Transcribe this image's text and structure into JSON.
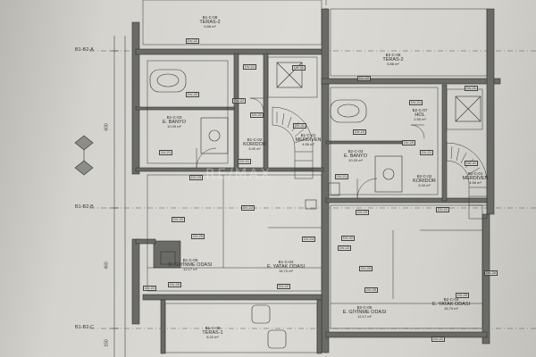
{
  "rooms": [
    {
      "code": "B1-C-08",
      "name": "TERAS-2",
      "area": "5.88 m²"
    },
    {
      "code": "B1-C-03",
      "name": "E. BANYO",
      "area": "10.39 m²"
    },
    {
      "code": "B1-C-02",
      "name": "KORIDOR",
      "area": "3.40 m²"
    },
    {
      "code": "B1-C-01",
      "name": "MERDİVEN",
      "area": "4.56 m²"
    },
    {
      "code": "B1-C-05",
      "name": "E. GİYİNME ODASI",
      "area": "12.17 m²"
    },
    {
      "code": "B1-C-04",
      "name": "E. YATAK ODASI",
      "area": "16.70 m²"
    },
    {
      "code": "B1-C-09",
      "name": "TERAS-1",
      "area": "8.20 m²"
    },
    {
      "code": "B2-C-08",
      "name": "TERAS-2",
      "area": "5.88 m²"
    },
    {
      "code": "B2-C-07",
      "name": "HOL",
      "area": "2.90 m²"
    },
    {
      "code": "B2-C-03",
      "name": "E. BANYO",
      "area": "10.39 m²"
    },
    {
      "code": "B2-C-02",
      "name": "KORIDOR",
      "area": "3.40 m²"
    },
    {
      "code": "B2-C-01",
      "name": "MERDİVEN",
      "area": "4.56 m²"
    },
    {
      "code": "B2-C-05",
      "name": "E. GİYİNME ODASI",
      "area": "12.17 m²"
    },
    {
      "code": "B2-C-04",
      "name": "E. YATAK ODASI",
      "area": "16.70 m²"
    }
  ],
  "tags": [
    "DV-22",
    "DV-21",
    "DV-23",
    "DV-01",
    "DV-20",
    "DV-41",
    "DV-22",
    "DV-21",
    "DV-23",
    "DV-21",
    "DV-22",
    "DV-25",
    "DV-24",
    "DV-22",
    "DV-25",
    "DV-22",
    "DV-22",
    "DV-21",
    "DV-23",
    "DV-01",
    "DV-21",
    "DV-20",
    "DV-41",
    "DV-22",
    "DV-21",
    "DV-23",
    "DV-22",
    "DV-41",
    "DV-25",
    "DV-25",
    "DV-26",
    "DV-22",
    "DV-25",
    "DV-22"
  ],
  "grid_labels": [
    "B1-B2-A",
    "B1-B2-B",
    "B1-B2-C"
  ],
  "dimensions": [
    "600",
    "460",
    "150"
  ],
  "watermark": "RE/MAX"
}
